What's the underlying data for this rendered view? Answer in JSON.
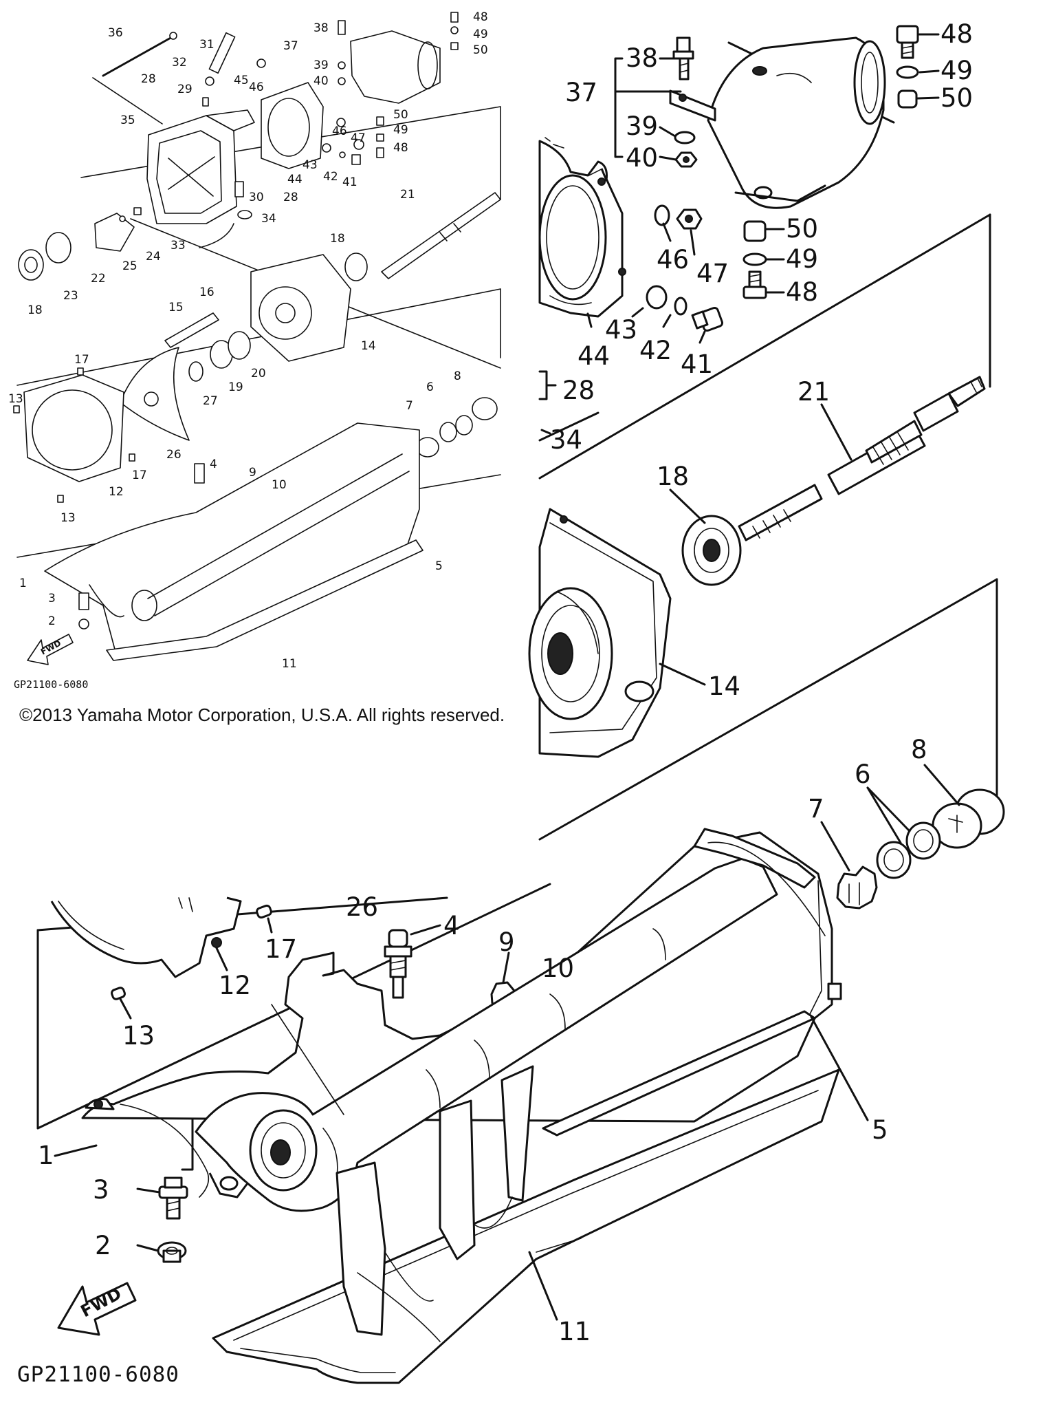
{
  "copyright": "©2013 Yamaha Motor Corporation, U.S.A. All rights reserved.",
  "diagram_code": "GP21100-6080",
  "direction_arrow": "FWD",
  "overview": {
    "labels": [
      "36",
      "31",
      "32",
      "29",
      "28",
      "35",
      "45",
      "46",
      "37",
      "38",
      "39",
      "40",
      "48",
      "49",
      "50",
      "47",
      "43",
      "42",
      "41",
      "44",
      "30",
      "28",
      "34",
      "33",
      "24",
      "25",
      "22",
      "23",
      "18",
      "21",
      "18",
      "16",
      "15",
      "14",
      "27",
      "19",
      "20",
      "17",
      "13",
      "12",
      "17",
      "13",
      "26",
      "4",
      "9",
      "10",
      "7",
      "6",
      "8",
      "5",
      "1",
      "3",
      "2",
      "11"
    ]
  },
  "zoom_top": {
    "labels": [
      "38",
      "37",
      "39",
      "40",
      "48",
      "49",
      "50",
      "46",
      "47",
      "50",
      "49",
      "48",
      "43",
      "44",
      "42",
      "41",
      "28",
      "34",
      "21",
      "18",
      "14",
      "8",
      "6",
      "7"
    ]
  },
  "zoom_bottom": {
    "labels": [
      "26",
      "17",
      "4",
      "12",
      "9",
      "10",
      "13",
      "1",
      "5",
      "3",
      "2",
      "FWD",
      "11"
    ]
  }
}
